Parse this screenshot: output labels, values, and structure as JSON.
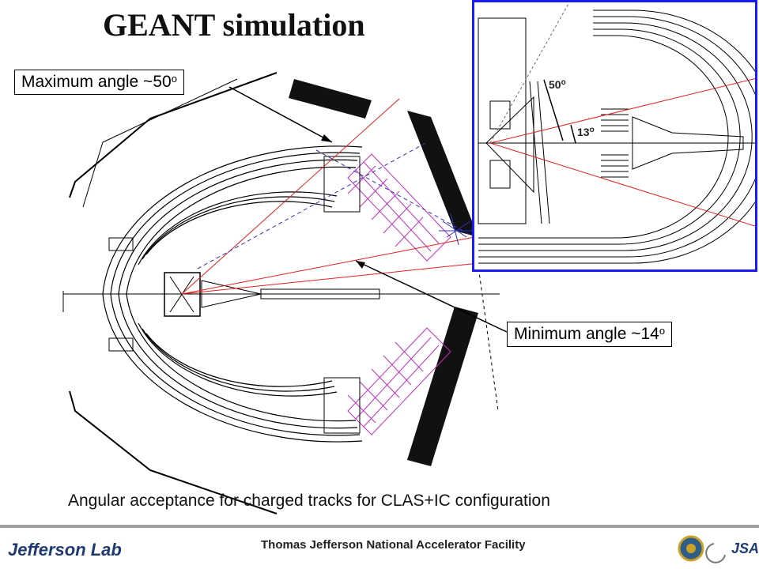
{
  "slide": {
    "title": "GEANT simulation",
    "callouts": {
      "max_angle_text": "Maximum angle ~50",
      "max_angle_sup": "o",
      "min_angle_text": "Minimum angle ~14",
      "min_angle_sup": "o"
    },
    "caption": "Angular acceptance for charged tracks for CLAS+IC configuration",
    "inset": {
      "angle_large_text": "50",
      "angle_large_sup": "o",
      "angle_small_text": "13",
      "angle_small_sup": "o"
    }
  },
  "footer": {
    "lab_name": "Jefferson Lab",
    "facility_name": "Thomas Jefferson National Accelerator Facility",
    "partner_logo_text": "JSA"
  },
  "colors": {
    "track_red": "#e02020",
    "track_blue": "#3030c0",
    "calorimeter_magenta": "#c030c0",
    "inset_border": "#1a1aff",
    "lab_blue": "#1f3a73"
  }
}
